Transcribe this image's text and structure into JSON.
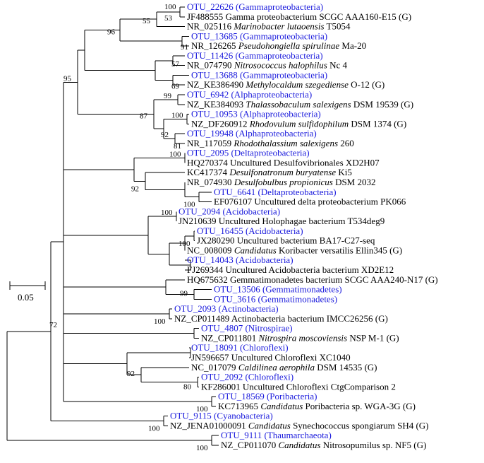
{
  "tree": {
    "scale_label": "0.05",
    "leaves": [
      {
        "segs": [
          {
            "t": "OTU_22626 (Gammaproteobacteria)"
          }
        ],
        "otu": true
      },
      {
        "segs": [
          {
            "t": "JF488555 Gamma proteobacterium SCGC AAA160-E15 (G)"
          }
        ],
        "otu": false
      },
      {
        "segs": [
          {
            "t": "NR_025116 "
          },
          {
            "t": "Marinobacter lutaoensis",
            "i": true
          },
          {
            "t": " T5054"
          }
        ],
        "otu": false
      },
      {
        "segs": [
          {
            "t": "OTU_13685 (Gammaproteobacteria)"
          }
        ],
        "otu": true
      },
      {
        "segs": [
          {
            "t": "NR_126265 "
          },
          {
            "t": "Pseudohongiella spirulinae",
            "i": true
          },
          {
            "t": " Ma-20"
          }
        ],
        "otu": false
      },
      {
        "segs": [
          {
            "t": "OTU_11426 (Gammaproteobacteria)"
          }
        ],
        "otu": true
      },
      {
        "segs": [
          {
            "t": "NR_074790 "
          },
          {
            "t": "Nitrosococcus halophilus",
            "i": true
          },
          {
            "t": " Nc 4"
          }
        ],
        "otu": false
      },
      {
        "segs": [
          {
            "t": "OTU_13688 (Gammaproteobacteria)"
          }
        ],
        "otu": true
      },
      {
        "segs": [
          {
            "t": "NZ_KE386490 "
          },
          {
            "t": "Methylocaldum szegediense",
            "i": true
          },
          {
            "t": " O-12 (G)"
          }
        ],
        "otu": false
      },
      {
        "segs": [
          {
            "t": "OTU_6942 (Alphaproteobacteria)"
          }
        ],
        "otu": true
      },
      {
        "segs": [
          {
            "t": "NZ_KE384093 "
          },
          {
            "t": "Thalassobaculum salexigens",
            "i": true
          },
          {
            "t": " DSM 19539 (G)"
          }
        ],
        "otu": false
      },
      {
        "segs": [
          {
            "t": "OTU_10953 (Alphaproteobacteria)"
          }
        ],
        "otu": true
      },
      {
        "segs": [
          {
            "t": "NZ_DF260912 "
          },
          {
            "t": "Rhodovulum sulfidophilum",
            "i": true
          },
          {
            "t": " DSM 1374 (G)"
          }
        ],
        "otu": false
      },
      {
        "segs": [
          {
            "t": "OTU_19948 (Alphaproteobacteria)"
          }
        ],
        "otu": true
      },
      {
        "segs": [
          {
            "t": "NR_117059 "
          },
          {
            "t": "Rhodothalassium salexigens",
            "i": true
          },
          {
            "t": " 260"
          }
        ],
        "otu": false
      },
      {
        "segs": [
          {
            "t": "OTU_2095 (Deltaproteobacteria)"
          }
        ],
        "otu": true
      },
      {
        "segs": [
          {
            "t": "HQ270374 Uncultured Desulfovibrionales XD2H07"
          }
        ],
        "otu": false
      },
      {
        "segs": [
          {
            "t": "KC417374 "
          },
          {
            "t": "Desulfonatronum buryatense",
            "i": true
          },
          {
            "t": " Ki5"
          }
        ],
        "otu": false
      },
      {
        "segs": [
          {
            "t": "NR_074930 "
          },
          {
            "t": "Desulfobulbus propionicus",
            "i": true
          },
          {
            "t": " DSM 2032"
          }
        ],
        "otu": false
      },
      {
        "segs": [
          {
            "t": "OTU_6641 (Deltaproteobacteria)"
          }
        ],
        "otu": true
      },
      {
        "segs": [
          {
            "t": "EF076107 Uncultured delta proteobacterium PK066"
          }
        ],
        "otu": false
      },
      {
        "segs": [
          {
            "t": "OTU_2094 (Acidobacteria)"
          }
        ],
        "otu": true
      },
      {
        "segs": [
          {
            "t": "JN210639 Uncultured Holophagae bacterium T534deg9"
          }
        ],
        "otu": false
      },
      {
        "segs": [
          {
            "t": "OTU_16455 (Acidobacteria)"
          }
        ],
        "otu": true
      },
      {
        "segs": [
          {
            "t": "JX280290 Uncultured bacterium BA17-C27-seq"
          }
        ],
        "otu": false
      },
      {
        "segs": [
          {
            "t": "NC_008009 "
          },
          {
            "t": "Candidatus",
            "i": true
          },
          {
            "t": " Koribacter versatilis Ellin345 (G)"
          }
        ],
        "otu": false
      },
      {
        "segs": [
          {
            "t": "OTU_14043 (Acidobacteria)"
          }
        ],
        "otu": true
      },
      {
        "segs": [
          {
            "t": "FJ269344 Uncultured Acidobacteria bacterium XD2E12"
          }
        ],
        "otu": false
      },
      {
        "segs": [
          {
            "t": "HQ675632 Gemmatimonadetes bacterium SCGC AAA240-N17 (G)"
          }
        ],
        "otu": false
      },
      {
        "segs": [
          {
            "t": "OTU_13506 (Gemmatimonadetes)"
          }
        ],
        "otu": true
      },
      {
        "segs": [
          {
            "t": "OTU_3616 (Gemmatimonadetes)"
          }
        ],
        "otu": true
      },
      {
        "segs": [
          {
            "t": "OTU_2093 (Actinobacteria)"
          }
        ],
        "otu": true
      },
      {
        "segs": [
          {
            "t": "NZ_CP011489 Actinobacteria bacterium IMCC26256 (G)"
          }
        ],
        "otu": false
      },
      {
        "segs": [
          {
            "t": "OTU_4807 (Nitrospirae)"
          }
        ],
        "otu": true
      },
      {
        "segs": [
          {
            "t": "NZ_CP011801 "
          },
          {
            "t": "Nitrospira moscoviensis",
            "i": true
          },
          {
            "t": " NSP M-1 (G)"
          }
        ],
        "otu": false
      },
      {
        "segs": [
          {
            "t": "OTU_18091 (Chloroflexi)"
          }
        ],
        "otu": true
      },
      {
        "segs": [
          {
            "t": "JN596657 Uncultured Chloroflexi XC1040"
          }
        ],
        "otu": false
      },
      {
        "segs": [
          {
            "t": "NC_017079 "
          },
          {
            "t": "Caldilinea aerophila",
            "i": true
          },
          {
            "t": " DSM 14535 (G)"
          }
        ],
        "otu": false
      },
      {
        "segs": [
          {
            "t": "OTU_2092 (Chloroflexi)"
          }
        ],
        "otu": true
      },
      {
        "segs": [
          {
            "t": "KF286001 Uncultured Chloroflexi CtgComparison 2"
          }
        ],
        "otu": false
      },
      {
        "segs": [
          {
            "t": "OTU_18569 (Poribacteria)"
          }
        ],
        "otu": true
      },
      {
        "segs": [
          {
            "t": "KC713965 "
          },
          {
            "t": "Candidatus",
            "i": true
          },
          {
            "t": " Poribacteria sp. WGA-3G (G)"
          }
        ],
        "otu": false
      },
      {
        "segs": [
          {
            "t": "OTU_9115 (Cyanobacteria)"
          }
        ],
        "otu": true
      },
      {
        "segs": [
          {
            "t": "NZ_JENA01000091 "
          },
          {
            "t": "Candidatus",
            "i": true
          },
          {
            "t": " Synechococcus spongiarum SH4 (G)"
          }
        ],
        "otu": false
      },
      {
        "segs": [
          {
            "t": "OTU_9111 (Thaumarchaeota)"
          }
        ],
        "otu": true
      },
      {
        "segs": [
          {
            "t": "NZ_CP011070 "
          },
          {
            "t": "Candidatus",
            "i": true
          },
          {
            "t": " Nitrosopumilus sp. NF5 (G)"
          }
        ],
        "otu": false
      }
    ],
    "bootstrap": [
      "100",
      "53",
      "55",
      "91",
      "96",
      "57",
      "69",
      "99",
      "100",
      "92",
      "81",
      "87",
      "95",
      "100",
      "92",
      "100",
      "100",
      "100",
      "99",
      "100",
      "92",
      "80",
      "72",
      "100",
      "100",
      "100"
    ]
  }
}
